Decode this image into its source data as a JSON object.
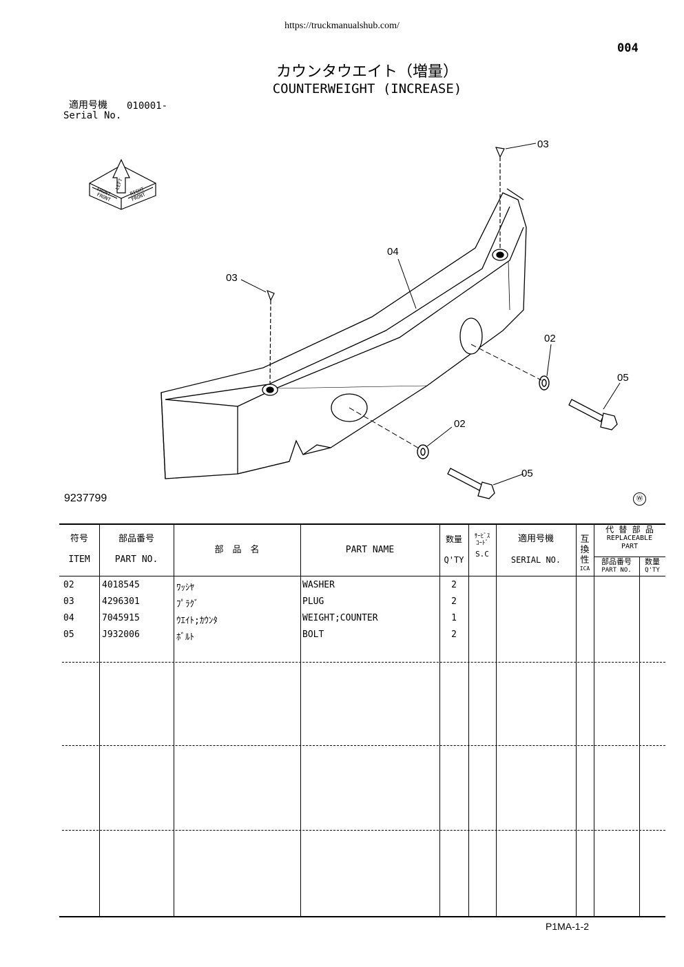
{
  "header": {
    "url": "https://truckmanualshub.com/",
    "page_number": "004",
    "title_jp": "カウンタウエイト（増量）",
    "title_en": "COUNTERWEIGHT (INCREASE)",
    "serial_label_jp": "適用号機",
    "serial_label_en": "Serial No.",
    "serial_value": "010001-"
  },
  "diagram": {
    "drawing_number": "9237799",
    "watermark_mark": "Ⓦ",
    "orientation_icon_labels": [
      "FRONT",
      "FRONT",
      "RIGHT",
      "FRONT",
      "LEFT"
    ],
    "callouts": [
      "03",
      "04",
      "03",
      "02",
      "05",
      "02",
      "05"
    ]
  },
  "table": {
    "headers": {
      "item_jp": "符号",
      "item_en": "ITEM",
      "part_no_jp": "部品番号",
      "part_no_en": "PART NO.",
      "name_jp": "部　品　名",
      "name_en": "PART NAME",
      "qty_jp": "数量",
      "qty_en": "Q'TY",
      "sc_jp_1": "ｻｰﾋﾞｽ",
      "sc_jp_2": "ｺｰﾄﾞ",
      "sc_en": "S.C",
      "serial_jp": "適用号機",
      "serial_en": "SERIAL NO.",
      "ica_jp_1": "互",
      "ica_jp_2": "換",
      "ica_jp_3": "性",
      "ica_en": "ICA",
      "repl_jp": "代 替 部 品",
      "repl_en_1": "REPLACEABLE",
      "repl_en_2": "PART",
      "repl_partno_jp": "部品番号",
      "repl_partno_en": "PART NO.",
      "repl_qty_jp": "数量",
      "repl_qty_en": "Q'TY"
    },
    "rows": [
      {
        "item": "02",
        "part_no": "4018545",
        "name_jp": "ﾜｯｼﾔ",
        "name_en": "WASHER",
        "qty": "2"
      },
      {
        "item": "03",
        "part_no": "4296301",
        "name_jp": "ﾌﾟﾗｸﾞ",
        "name_en": "PLUG",
        "qty": "2"
      },
      {
        "item": "04",
        "part_no": "7045915",
        "name_jp": "ｳｴｲﾄ;ｶｳﾝﾀ",
        "name_en": "WEIGHT;COUNTER",
        "qty": "1"
      },
      {
        "item": "05",
        "part_no": "J932006",
        "name_jp": "ﾎﾞﾙﾄ",
        "name_en": "BOLT",
        "qty": "2"
      }
    ]
  },
  "footer": {
    "code": "P1MA-1-2"
  }
}
